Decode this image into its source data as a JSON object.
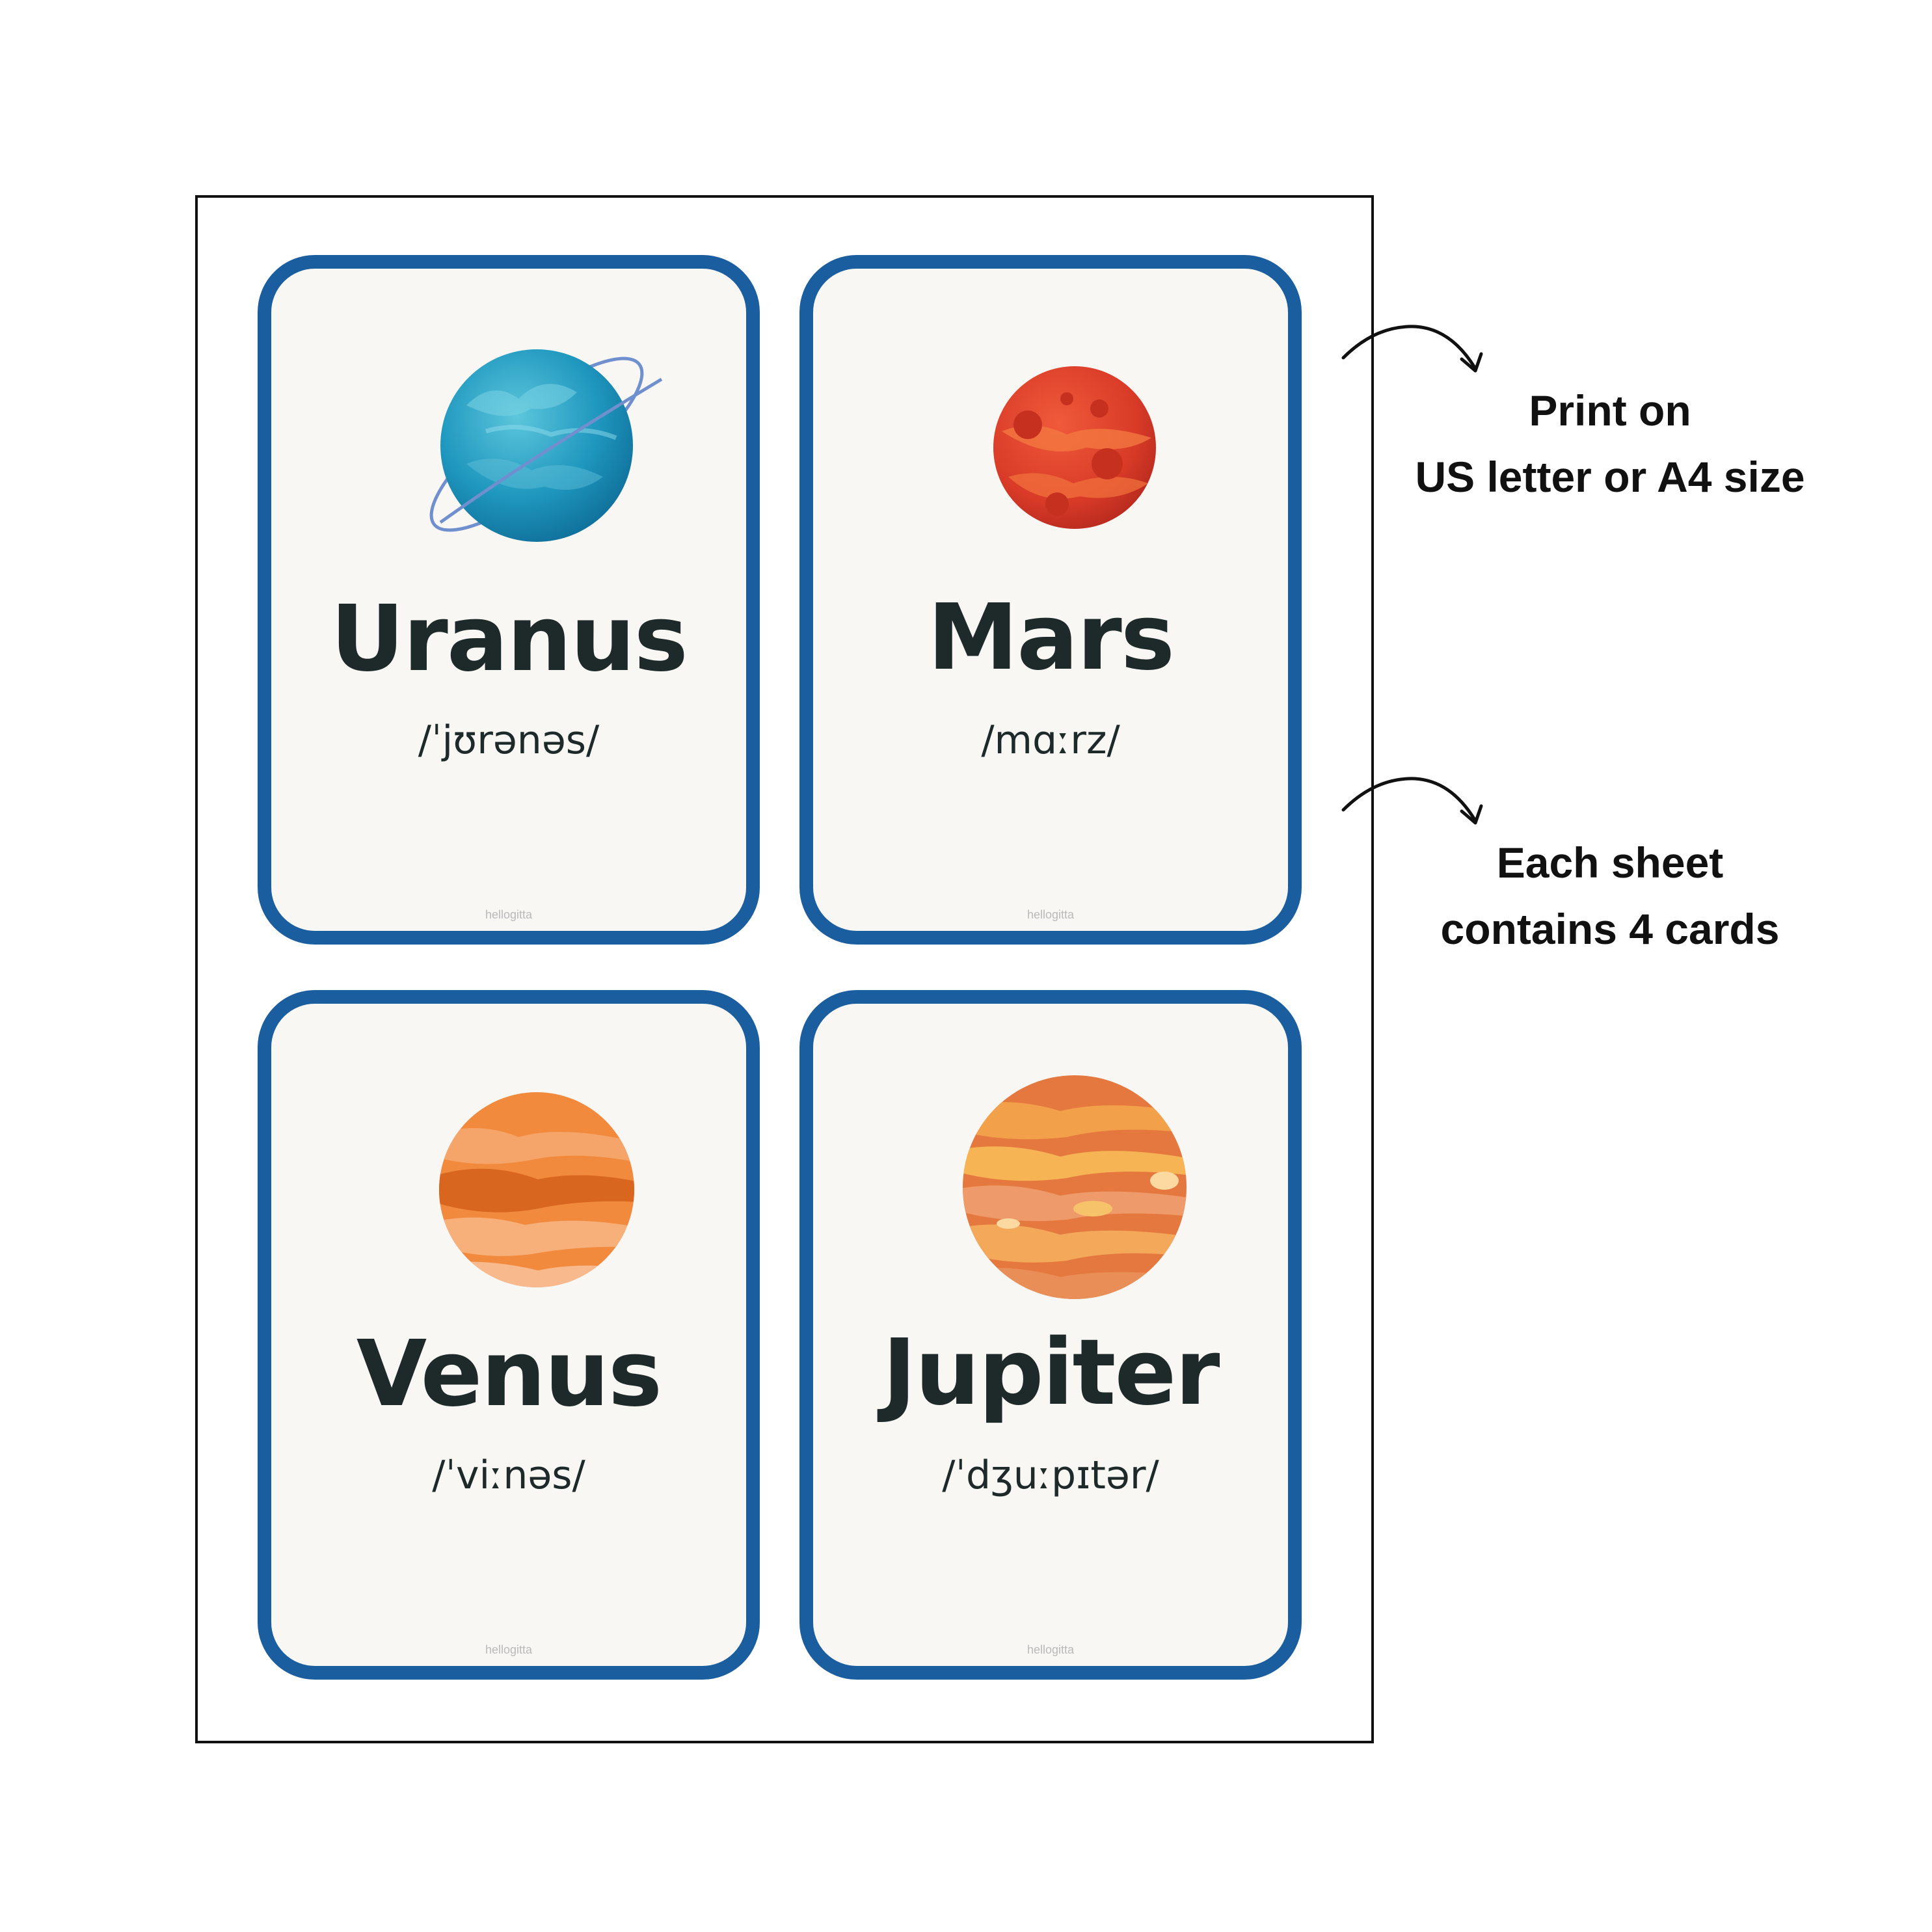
{
  "cards": [
    {
      "name": "Uranus",
      "ipa": "/ˈjʊrənəs/",
      "watermark": "hellogitta",
      "icon": "uranus-planet-icon"
    },
    {
      "name": "Mars",
      "ipa": "/mɑːrz/",
      "watermark": "hellogitta",
      "icon": "mars-planet-icon"
    },
    {
      "name": "Venus",
      "ipa": "/ˈviːnəs/",
      "watermark": "hellogitta",
      "icon": "venus-planet-icon"
    },
    {
      "name": "Jupiter",
      "ipa": "/ˈdʒuːpɪtər/",
      "watermark": "hellogitta",
      "icon": "jupiter-planet-icon"
    }
  ],
  "notes": {
    "print": {
      "line1": "Print on",
      "line2": "US letter or A4 size"
    },
    "sheet": {
      "line1": "Each sheet",
      "line2": "contains 4 cards"
    }
  },
  "colors": {
    "card_border": "#1a5ea0",
    "card_background": "#f8f7f4",
    "text": "#1e2a2a"
  }
}
